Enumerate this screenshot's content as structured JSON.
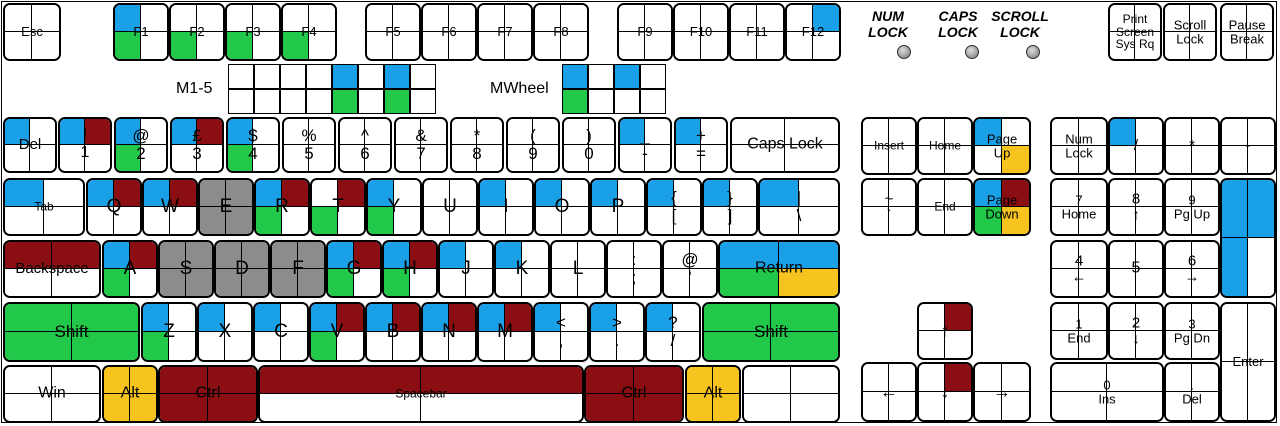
{
  "colors": {
    "blue": "#1aa0e6",
    "green": "#22c84a",
    "maroon": "#8b0e12",
    "gray": "#8c8c8c",
    "yellow": "#f7c41f",
    "white": "#ffffff"
  },
  "indicators": {
    "num_lock": "NUM\nLOCK",
    "caps_lock": "CAPS\nLOCK",
    "scroll_lock": "SCROLL\nLOCK"
  },
  "labels": {
    "mouse_buttons": "M1-5",
    "mouse_wheel": "MWheel"
  },
  "keys": [
    {
      "id": "esc",
      "label": "Esc",
      "lsize": 13,
      "quad": [
        null,
        null,
        null,
        null
      ]
    },
    {
      "id": "f1",
      "label": "F1",
      "lsize": 13,
      "quad": [
        "blue",
        null,
        "green",
        null
      ]
    },
    {
      "id": "f2",
      "label": "F2",
      "lsize": 13,
      "quad": [
        null,
        null,
        "green",
        null
      ]
    },
    {
      "id": "f3",
      "label": "F3",
      "lsize": 13,
      "quad": [
        null,
        null,
        "green",
        null
      ]
    },
    {
      "id": "f4",
      "label": "F4",
      "lsize": 13,
      "quad": [
        null,
        null,
        "green",
        null
      ]
    },
    {
      "id": "f5",
      "label": "F5",
      "lsize": 13,
      "quad": [
        null,
        null,
        null,
        null
      ]
    },
    {
      "id": "f6",
      "label": "F6",
      "lsize": 13,
      "quad": [
        null,
        null,
        null,
        null
      ]
    },
    {
      "id": "f7",
      "label": "F7",
      "lsize": 13,
      "quad": [
        null,
        null,
        null,
        null
      ]
    },
    {
      "id": "f8",
      "label": "F8",
      "lsize": 13,
      "quad": [
        null,
        null,
        null,
        null
      ]
    },
    {
      "id": "f9",
      "label": "F9",
      "lsize": 13,
      "quad": [
        null,
        null,
        null,
        null
      ]
    },
    {
      "id": "f10",
      "label": "F10",
      "lsize": 13,
      "quad": [
        null,
        null,
        null,
        null
      ]
    },
    {
      "id": "f11",
      "label": "F11",
      "lsize": 13,
      "quad": [
        null,
        null,
        null,
        null
      ]
    },
    {
      "id": "f12",
      "label": "F12",
      "lsize": 13,
      "quad": [
        null,
        "blue",
        null,
        null
      ]
    },
    {
      "id": "print-screen",
      "label": "Print\nScreen\nSys Rq",
      "lsize": 12,
      "quad": [
        null,
        null,
        null,
        null
      ]
    },
    {
      "id": "scroll-lock",
      "label": "Scroll\nLock",
      "lsize": 13,
      "quad": [
        null,
        null,
        null,
        null
      ]
    },
    {
      "id": "pause",
      "label": "Pause\nBreak",
      "lsize": 13,
      "quad": [
        null,
        null,
        null,
        null
      ]
    },
    {
      "id": "del",
      "label": "Del",
      "lsize": 15,
      "quad": [
        "blue",
        null,
        null,
        null
      ]
    },
    {
      "id": "k1",
      "label": "!\n1",
      "lsize": 16,
      "quad": [
        "blue",
        "maroon",
        null,
        null
      ]
    },
    {
      "id": "k2",
      "label": "@\n2",
      "lsize": 17,
      "quad": [
        "blue",
        null,
        "green",
        null
      ]
    },
    {
      "id": "k3",
      "label": "£\n3",
      "lsize": 17,
      "quad": [
        "blue",
        "maroon",
        null,
        null
      ]
    },
    {
      "id": "k4",
      "label": "$\n4",
      "lsize": 17,
      "quad": [
        "blue",
        null,
        "green",
        null
      ]
    },
    {
      "id": "k5",
      "label": "%\n5",
      "lsize": 17,
      "quad": [
        null,
        null,
        null,
        null
      ]
    },
    {
      "id": "k6",
      "label": "^\n6",
      "lsize": 17,
      "quad": [
        null,
        null,
        null,
        null
      ]
    },
    {
      "id": "k7",
      "label": "&\n7",
      "lsize": 17,
      "quad": [
        null,
        null,
        null,
        null
      ]
    },
    {
      "id": "k8",
      "label": "*\n8",
      "lsize": 17,
      "quad": [
        null,
        null,
        null,
        null
      ]
    },
    {
      "id": "k9",
      "label": "(\n9",
      "lsize": 17,
      "quad": [
        null,
        null,
        null,
        null
      ]
    },
    {
      "id": "k0",
      "label": ")\n0",
      "lsize": 17,
      "quad": [
        null,
        null,
        null,
        null
      ]
    },
    {
      "id": "minus",
      "label": "_\n-",
      "lsize": 17,
      "quad": [
        "blue",
        null,
        null,
        null
      ]
    },
    {
      "id": "equals",
      "label": "+\n=",
      "lsize": 17,
      "quad": [
        "blue",
        null,
        null,
        null
      ]
    },
    {
      "id": "caps-lock",
      "label": "Caps Lock",
      "lsize": 16,
      "quad": [
        null,
        null,
        null,
        null
      ]
    },
    {
      "id": "tab",
      "label": "Tab",
      "lsize": 12,
      "quad": [
        "blue",
        null,
        null,
        null
      ]
    },
    {
      "id": "q",
      "label": "Q",
      "lsize": 19,
      "quad": [
        "blue",
        "maroon",
        null,
        null
      ]
    },
    {
      "id": "w",
      "label": "W",
      "lsize": 19,
      "quad": [
        "blue",
        "maroon",
        null,
        null
      ]
    },
    {
      "id": "e",
      "label": "E",
      "lsize": 19,
      "quad": [
        "gray",
        "gray",
        "gray",
        "gray"
      ]
    },
    {
      "id": "r",
      "label": "R",
      "lsize": 19,
      "quad": [
        "blue",
        "maroon",
        "green",
        null
      ]
    },
    {
      "id": "t",
      "label": "T",
      "lsize": 19,
      "quad": [
        null,
        "maroon",
        "green",
        null
      ]
    },
    {
      "id": "y",
      "label": "Y",
      "lsize": 19,
      "quad": [
        "blue",
        null,
        "green",
        null
      ]
    },
    {
      "id": "u",
      "label": "U",
      "lsize": 19,
      "quad": [
        null,
        null,
        null,
        null
      ]
    },
    {
      "id": "i",
      "label": "I",
      "lsize": 19,
      "quad": [
        "blue",
        null,
        null,
        null
      ]
    },
    {
      "id": "o",
      "label": "O",
      "lsize": 19,
      "quad": [
        "blue",
        null,
        null,
        null
      ]
    },
    {
      "id": "p",
      "label": "P",
      "lsize": 19,
      "quad": [
        "blue",
        null,
        null,
        null
      ]
    },
    {
      "id": "lbracket",
      "label": "{\n[",
      "lsize": 17,
      "quad": [
        "blue",
        null,
        null,
        null
      ]
    },
    {
      "id": "rbracket",
      "label": "}\n]",
      "lsize": 17,
      "quad": [
        "blue",
        null,
        null,
        null
      ]
    },
    {
      "id": "backslash",
      "label": "|\n\\",
      "lsize": 17,
      "quad": [
        "blue",
        null,
        null,
        null
      ]
    },
    {
      "id": "backspace",
      "label": "Backspace",
      "lsize": 15,
      "quad": [
        "maroon",
        "maroon",
        null,
        null
      ]
    },
    {
      "id": "a",
      "label": "A",
      "lsize": 19,
      "quad": [
        "blue",
        "maroon",
        "green",
        null
      ]
    },
    {
      "id": "s",
      "label": "S",
      "lsize": 19,
      "quad": [
        "gray",
        "gray",
        "gray",
        "gray"
      ]
    },
    {
      "id": "d",
      "label": "D",
      "lsize": 19,
      "quad": [
        "gray",
        "gray",
        "gray",
        "gray"
      ]
    },
    {
      "id": "f",
      "label": "F",
      "lsize": 19,
      "quad": [
        "gray",
        "gray",
        "gray",
        "gray"
      ]
    },
    {
      "id": "g",
      "label": "G",
      "lsize": 19,
      "quad": [
        "blue",
        "maroon",
        "green",
        null
      ]
    },
    {
      "id": "h",
      "label": "H",
      "lsize": 19,
      "quad": [
        "blue",
        "maroon",
        "green",
        null
      ]
    },
    {
      "id": "j",
      "label": "J",
      "lsize": 19,
      "quad": [
        "blue",
        null,
        null,
        null
      ]
    },
    {
      "id": "k",
      "label": "K",
      "lsize": 19,
      "quad": [
        "blue",
        null,
        null,
        null
      ]
    },
    {
      "id": "l",
      "label": "L",
      "lsize": 19,
      "quad": [
        null,
        null,
        null,
        null
      ]
    },
    {
      "id": "semicolon",
      "label": ":\n;",
      "lsize": 17,
      "quad": [
        null,
        null,
        null,
        null
      ]
    },
    {
      "id": "quote",
      "label": "@\n'",
      "lsize": 17,
      "quad": [
        null,
        null,
        null,
        null
      ]
    },
    {
      "id": "return",
      "label": "Return",
      "lsize": 16,
      "quad": [
        "blue",
        "blue",
        "green",
        "yellow"
      ]
    },
    {
      "id": "lshift",
      "label": "Shift",
      "lsize": 17,
      "quad": [
        "green",
        "green",
        "green",
        "green"
      ]
    },
    {
      "id": "z",
      "label": "Z",
      "lsize": 19,
      "quad": [
        "blue",
        null,
        "green",
        null
      ]
    },
    {
      "id": "x",
      "label": "X",
      "lsize": 19,
      "quad": [
        "blue",
        null,
        null,
        null
      ]
    },
    {
      "id": "c",
      "label": "C",
      "lsize": 19,
      "quad": [
        "blue",
        null,
        null,
        null
      ]
    },
    {
      "id": "v",
      "label": "V",
      "lsize": 19,
      "quad": [
        "blue",
        "maroon",
        "green",
        null
      ]
    },
    {
      "id": "b",
      "label": "B",
      "lsize": 19,
      "quad": [
        "blue",
        "maroon",
        null,
        null
      ]
    },
    {
      "id": "n",
      "label": "N",
      "lsize": 19,
      "quad": [
        "blue",
        "maroon",
        null,
        null
      ]
    },
    {
      "id": "m",
      "label": "M",
      "lsize": 19,
      "quad": [
        "blue",
        "maroon",
        null,
        null
      ]
    },
    {
      "id": "comma",
      "label": "<\n,",
      "lsize": 17,
      "quad": [
        "blue",
        null,
        null,
        null
      ]
    },
    {
      "id": "period",
      "label": ">\n.",
      "lsize": 17,
      "quad": [
        "blue",
        null,
        null,
        null
      ]
    },
    {
      "id": "slash",
      "label": "?\n/",
      "lsize": 17,
      "quad": [
        "blue",
        null,
        null,
        null
      ]
    },
    {
      "id": "rshift",
      "label": "Shift",
      "lsize": 17,
      "quad": [
        "green",
        "green",
        "green",
        "green"
      ]
    },
    {
      "id": "win",
      "label": "Win",
      "lsize": 16,
      "quad": [
        null,
        null,
        null,
        null
      ]
    },
    {
      "id": "lalt",
      "label": "Alt",
      "lsize": 16,
      "quad": [
        "yellow",
        "yellow",
        "yellow",
        "yellow"
      ]
    },
    {
      "id": "lctrl",
      "label": "Ctrl",
      "lsize": 16,
      "quad": [
        "maroon",
        "maroon",
        "maroon",
        "maroon"
      ]
    },
    {
      "id": "space",
      "label": "Spacebar",
      "lsize": 12,
      "quad": [
        "maroon",
        "maroon",
        null,
        null
      ]
    },
    {
      "id": "rctrl",
      "label": "Ctrl",
      "lsize": 16,
      "quad": [
        "maroon",
        "maroon",
        "maroon",
        "maroon"
      ]
    },
    {
      "id": "ralt",
      "label": "Alt",
      "lsize": 16,
      "quad": [
        "yellow",
        "yellow",
        "yellow",
        "yellow"
      ]
    },
    {
      "id": "menu",
      "label": "",
      "lsize": 16,
      "quad": [
        null,
        null,
        null,
        null
      ]
    },
    {
      "id": "insert",
      "label": "Insert",
      "lsize": 12,
      "quad": [
        null,
        null,
        null,
        null
      ]
    },
    {
      "id": "home",
      "label": "Home",
      "lsize": 12,
      "quad": [
        null,
        null,
        null,
        null
      ]
    },
    {
      "id": "page-up",
      "label": "Page\nUp",
      "lsize": 13,
      "quad": [
        "blue",
        null,
        null,
        "yellow"
      ]
    },
    {
      "id": "delete",
      "label": "~\n`",
      "lsize": 15,
      "quad": [
        null,
        null,
        null,
        null
      ]
    },
    {
      "id": "end",
      "label": "End",
      "lsize": 12,
      "quad": [
        null,
        null,
        null,
        null
      ]
    },
    {
      "id": "page-down",
      "label": "Page\nDown",
      "lsize": 13,
      "quad": [
        "blue",
        "maroon",
        "green",
        "yellow"
      ]
    },
    {
      "id": "up",
      "label": "↑",
      "lsize": 18,
      "quad": [
        null,
        "maroon",
        null,
        null
      ]
    },
    {
      "id": "left",
      "label": "←",
      "lsize": 18,
      "quad": [
        null,
        null,
        null,
        null
      ]
    },
    {
      "id": "down",
      "label": "↓",
      "lsize": 18,
      "quad": [
        null,
        "maroon",
        null,
        null
      ]
    },
    {
      "id": "right",
      "label": "→",
      "lsize": 18,
      "quad": [
        null,
        null,
        null,
        null
      ]
    },
    {
      "id": "num-lock",
      "label": "Num\nLock",
      "lsize": 13,
      "quad": [
        null,
        null,
        null,
        null
      ]
    },
    {
      "id": "num-divide",
      "label": "/",
      "lsize": 15,
      "quad": [
        "blue",
        null,
        null,
        null
      ]
    },
    {
      "id": "num-multiply",
      "label": "*",
      "lsize": 15,
      "quad": [
        null,
        null,
        null,
        null
      ]
    },
    {
      "id": "num-minus",
      "label": "-",
      "lsize": 15,
      "quad": [
        null,
        null,
        null,
        null
      ]
    },
    {
      "id": "num7",
      "label": "7\nHome",
      "lsize": 13,
      "quad": [
        null,
        null,
        null,
        null
      ]
    },
    {
      "id": "num8",
      "label": "8\n↑",
      "lsize": 15,
      "quad": [
        null,
        null,
        null,
        null
      ]
    },
    {
      "id": "num9",
      "label": "9\nPg Up",
      "lsize": 13,
      "quad": [
        null,
        null,
        null,
        null
      ]
    },
    {
      "id": "num-plus",
      "label": "",
      "lsize": 15,
      "quad": [
        "blue",
        "blue",
        "blue",
        null
      ]
    },
    {
      "id": "num4",
      "label": "4\n←",
      "lsize": 15,
      "quad": [
        null,
        null,
        null,
        null
      ]
    },
    {
      "id": "num5",
      "label": "5",
      "lsize": 16,
      "quad": [
        null,
        null,
        null,
        null
      ]
    },
    {
      "id": "num6",
      "label": "6\n→",
      "lsize": 15,
      "quad": [
        null,
        null,
        null,
        null
      ]
    },
    {
      "id": "num1",
      "label": "1\nEnd",
      "lsize": 13,
      "quad": [
        null,
        null,
        null,
        null
      ]
    },
    {
      "id": "num2",
      "label": "2\n↓",
      "lsize": 15,
      "quad": [
        null,
        null,
        null,
        null
      ]
    },
    {
      "id": "num3",
      "label": "3\nPg Dn",
      "lsize": 13,
      "quad": [
        null,
        null,
        null,
        null
      ]
    },
    {
      "id": "num-enter",
      "label": "Enter",
      "lsize": 13,
      "quad": [
        null,
        null,
        null,
        null
      ]
    },
    {
      "id": "num0",
      "label": "0\nIns",
      "lsize": 13,
      "quad": [
        null,
        null,
        null,
        null
      ]
    },
    {
      "id": "num-decimal",
      "label": ".\nDel",
      "lsize": 13,
      "quad": [
        null,
        null,
        null,
        null
      ]
    }
  ],
  "grid_cells": [
    {
      "id": "mb1",
      "color": null
    },
    {
      "id": "mb2",
      "color": null
    },
    {
      "id": "mb3",
      "color": null
    },
    {
      "id": "mb4",
      "color": null
    },
    {
      "id": "mb5",
      "color": "blue"
    },
    {
      "id": "mb6",
      "color": null
    },
    {
      "id": "mb7",
      "color": "blue"
    },
    {
      "id": "mb8",
      "color": null
    },
    {
      "id": "mb9",
      "color": null
    },
    {
      "id": "mb10",
      "color": null
    },
    {
      "id": "mb11",
      "color": null
    },
    {
      "id": "mb12",
      "color": null
    },
    {
      "id": "mb13",
      "color": "green"
    },
    {
      "id": "mb14",
      "color": null
    },
    {
      "id": "mb15",
      "color": "green"
    },
    {
      "id": "mb16",
      "color": null
    },
    {
      "id": "mw1",
      "color": "blue"
    },
    {
      "id": "mw2",
      "color": null
    },
    {
      "id": "mw3",
      "color": "blue"
    },
    {
      "id": "mw4",
      "color": null
    },
    {
      "id": "mw5",
      "color": "green"
    },
    {
      "id": "mw6",
      "color": null
    },
    {
      "id": "mw7",
      "color": null
    },
    {
      "id": "mw8",
      "color": null
    }
  ]
}
